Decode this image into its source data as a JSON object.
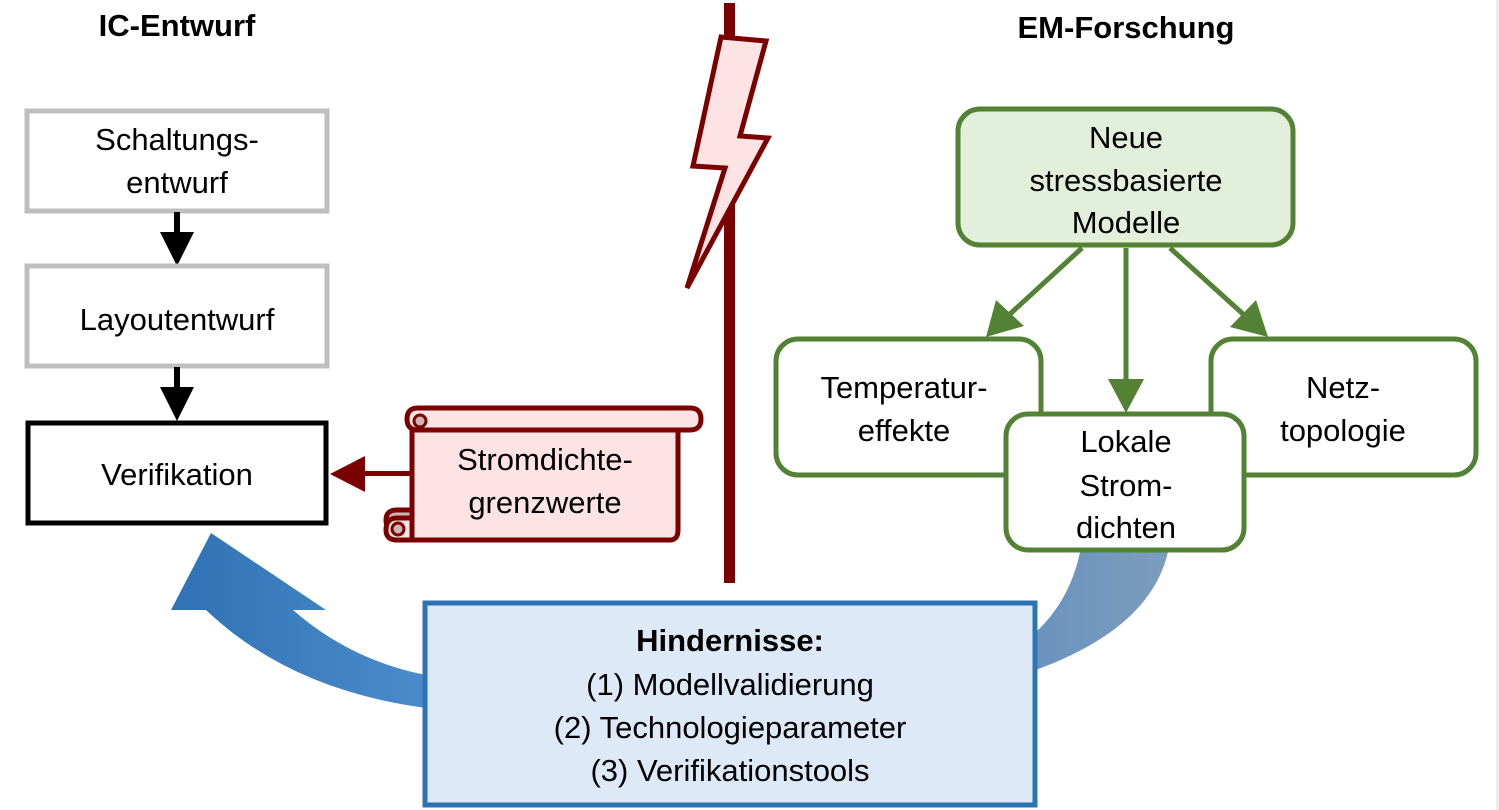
{
  "headers": {
    "left": "IC-Entwurf",
    "right": "EM-Forschung"
  },
  "ic_flow": {
    "boxes": [
      {
        "lines": [
          "Schaltungs-",
          "entwurf"
        ]
      },
      {
        "lines": [
          "Layoutentwurf"
        ]
      },
      {
        "lines": [
          "Verifikation"
        ]
      }
    ]
  },
  "scroll_note": {
    "lines": [
      "Stromdichte-",
      "grenzwerte"
    ]
  },
  "em_research": {
    "root": {
      "lines": [
        "Neue",
        "stressbasierte",
        "Modelle"
      ]
    },
    "children": [
      {
        "lines": [
          "Temperatur-",
          "effekte"
        ]
      },
      {
        "lines": [
          "Lokale",
          "Strom-",
          "dichten"
        ]
      },
      {
        "lines": [
          "Netz-",
          "topologie"
        ]
      }
    ]
  },
  "obstacles": {
    "title": "Hindernisse:",
    "items": [
      "(1)  Modellvalidierung",
      "(2)  Technologieparameter",
      "(3)  Verifikationstools"
    ]
  },
  "colors": {
    "grey_border": "#bfbfbf",
    "black_border": "#000000",
    "dark_red": "#7b0000",
    "light_red_fill": "#fde3e3",
    "green_border": "#548235",
    "green_fill": "#e2efda",
    "blue_border": "#2e74b5",
    "blue_fill": "#dde9f6",
    "blue_arrow": "#3a7fc0",
    "grey_blue_arrow": "#7799bb"
  }
}
